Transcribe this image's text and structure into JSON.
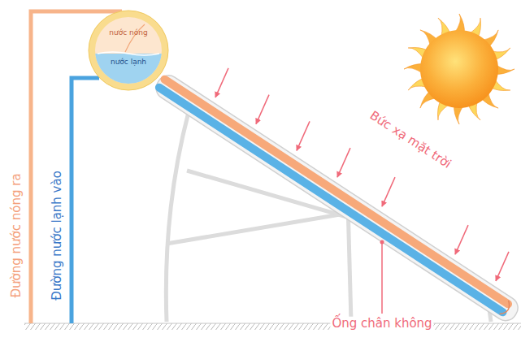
{
  "diagram": {
    "nodes": [
      {
        "text": [
          "nước nóng",
          "nước lạnh"
        ]
      }
    ],
    "labels": [
      "Bức xạ mặt trời",
      "Ống chân không",
      "Đường nước nóng ra",
      "Đường nước lạnh vào"
    ]
  }
}
